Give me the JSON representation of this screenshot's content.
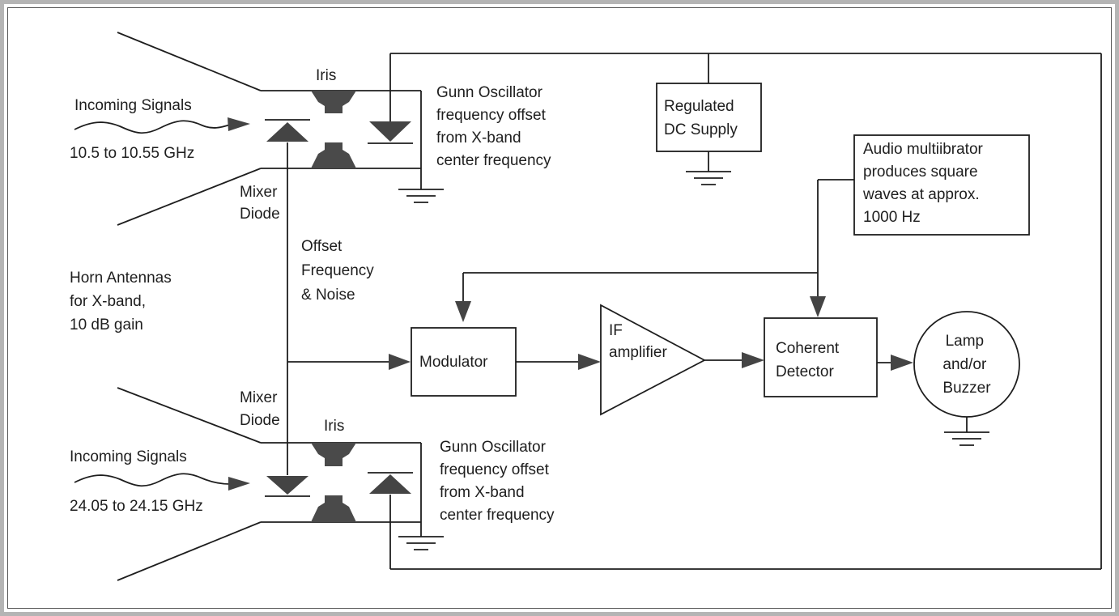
{
  "labels": {
    "iris_top": "Iris",
    "iris_bottom": "Iris",
    "incoming_top": "Incoming Signals",
    "freq_top": "10.5 to 10.55 GHz",
    "incoming_bottom": "Incoming Signals",
    "freq_bottom": "24.05 to 24.15 GHz",
    "mixer_top": [
      "Mixer",
      "Diode"
    ],
    "mixer_bottom": [
      "Mixer",
      "Diode"
    ],
    "horn": [
      "Horn Antennas",
      "for X-band,",
      "10 dB gain"
    ],
    "offset": [
      "Offset",
      "Frequency",
      "& Noise"
    ],
    "gunn_top": [
      "Gunn Oscillator",
      "frequency offset",
      "from X-band",
      "center frequency"
    ],
    "gunn_bottom": [
      "Gunn Oscillator",
      "frequency offset",
      "from X-band",
      "center frequency"
    ],
    "dc_supply": [
      "Regulated",
      "DC Supply"
    ],
    "audio": [
      "Audio multiibrator",
      "produces square",
      "waves at approx.",
      "1000 Hz"
    ],
    "modulator": "Modulator",
    "if_amp": [
      "IF",
      "amplifier"
    ],
    "detector": [
      "Coherent",
      "Detector"
    ],
    "lamp": [
      "Lamp",
      "and/or",
      "Buzzer"
    ]
  },
  "colors": {
    "line": "#1e1e1e",
    "fill_dark": "#4a4a4a",
    "border_outer": "#b5b5b5"
  }
}
